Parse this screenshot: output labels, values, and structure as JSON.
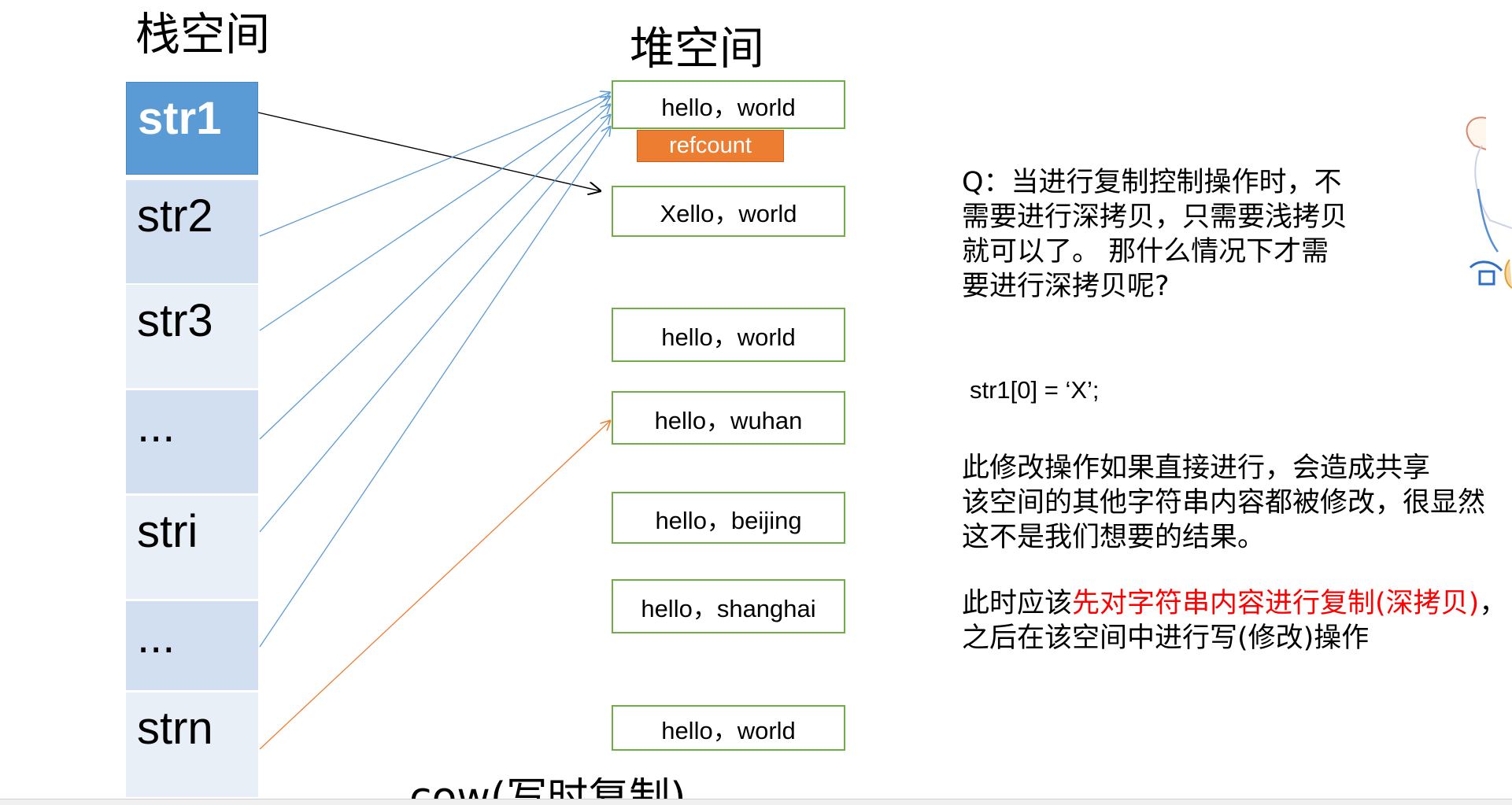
{
  "headings": {
    "stack": "栈空间",
    "heap": "堆空间"
  },
  "stack_cells": [
    "str1",
    "str2",
    "str3",
    "...",
    "stri",
    "...",
    "strn"
  ],
  "heap_boxes": [
    "hello，world",
    "Xello，world",
    "hello，world",
    "hello，wuhan",
    "hello，beijing",
    "hello，shanghai",
    "hello，world"
  ],
  "refcount_label": "refcount",
  "notes": {
    "question_lines": [
      "Q：当进行复制控制操作时，不",
      "需要进行深拷贝，只需要浅拷贝",
      "就可以了。 那什么情况下才需",
      "要进行深拷贝呢?"
    ],
    "code": "str1[0] = ‘X’;",
    "problem_lines": [
      "此修改操作如果直接进行，会造成共享",
      "该空间的其他字符串内容都被修改，很显然",
      "这不是我们想要的结果。"
    ],
    "solution_line1_prefix": "此时应该",
    "solution_line1_highlight": "先对字符串内容进行复制(深拷贝)",
    "solution_line1_suffix": "，",
    "solution_line2": "之后在该空间中进行写(修改)操作"
  },
  "footer_title": "cow(写时复制)",
  "colors": {
    "stack_highlight": "#5b9bd5",
    "stack_cell": "#d2dff0",
    "heap_border": "#70ad47",
    "refcount": "#ed7d31",
    "arrow_blue": "#5b9bd5",
    "arrow_orange": "#ed7d31",
    "arrow_black": "#000000",
    "highlight_text": "#ff0000"
  }
}
